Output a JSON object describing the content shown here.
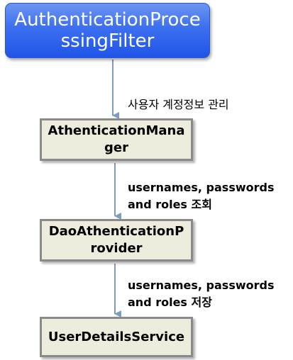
{
  "diagram": {
    "nodes": {
      "filter": "AuthenticationProcessingFilter",
      "manager": "AthenticationManager",
      "dao_provider": "DaoAthenticationProvider",
      "user_details_service": "UserDetailsService"
    },
    "edges": {
      "filter_to_manager": "사용자 계정정보 관리",
      "manager_to_provider": "usernames, passwords\nand roles 조회",
      "provider_to_service": "usernames, passwords\nand roles 저장"
    },
    "colors": {
      "top_node_fill": "#3c6ff0",
      "box_fill": "#eeecdc",
      "box_border": "#8a8a8a",
      "arrow": "#7e9cc0"
    }
  }
}
